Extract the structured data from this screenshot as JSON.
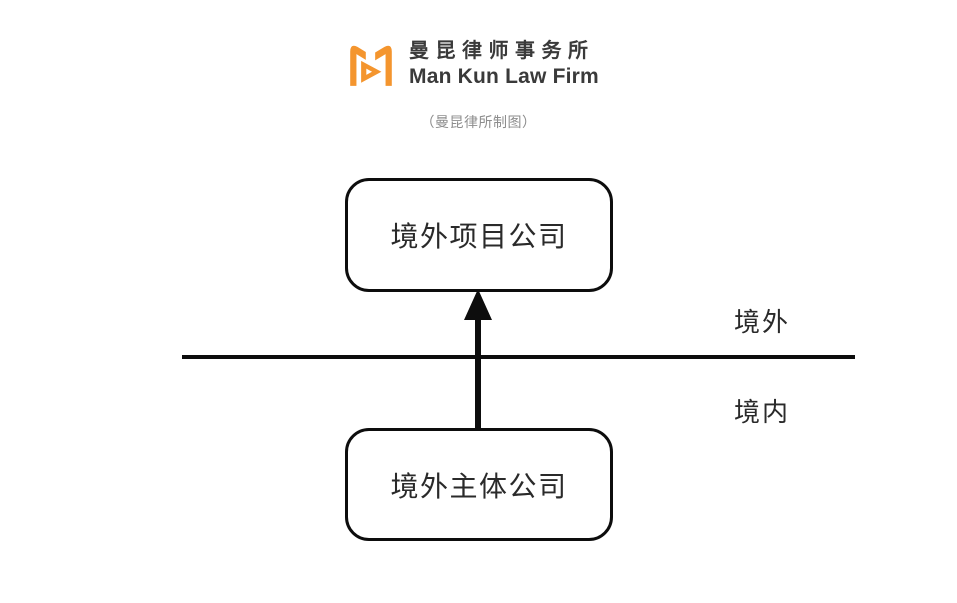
{
  "header": {
    "logo_icon": "mankun-m-logo-icon",
    "logo_color": "#F4952E",
    "brand_cn": "曼昆律师事务所",
    "brand_en": "Man Kun Law Firm",
    "brand_text_color": "#3A3A3A",
    "caption": "（曼昆律所制图）",
    "caption_color": "#8D8D8D"
  },
  "diagram": {
    "background_color": "#FFFFFF",
    "stroke_color": "#0D0D0D",
    "nodes": [
      {
        "id": "offshore-project",
        "label": "境外项目公司",
        "shape": "rounded-rectangle",
        "jurisdiction": "境外"
      },
      {
        "id": "offshore-entity",
        "label": "境外主体公司",
        "shape": "rounded-rectangle",
        "jurisdiction": "境内"
      }
    ],
    "connector": {
      "from": "offshore-entity",
      "to": "offshore-project",
      "direction": "up",
      "arrowhead": "solid-triangle",
      "label": ""
    },
    "divider": {
      "orientation": "horizontal",
      "above_label": "境外",
      "below_label": "境内"
    },
    "side_labels": {
      "overseas": "境外",
      "domestic": "境内"
    }
  }
}
